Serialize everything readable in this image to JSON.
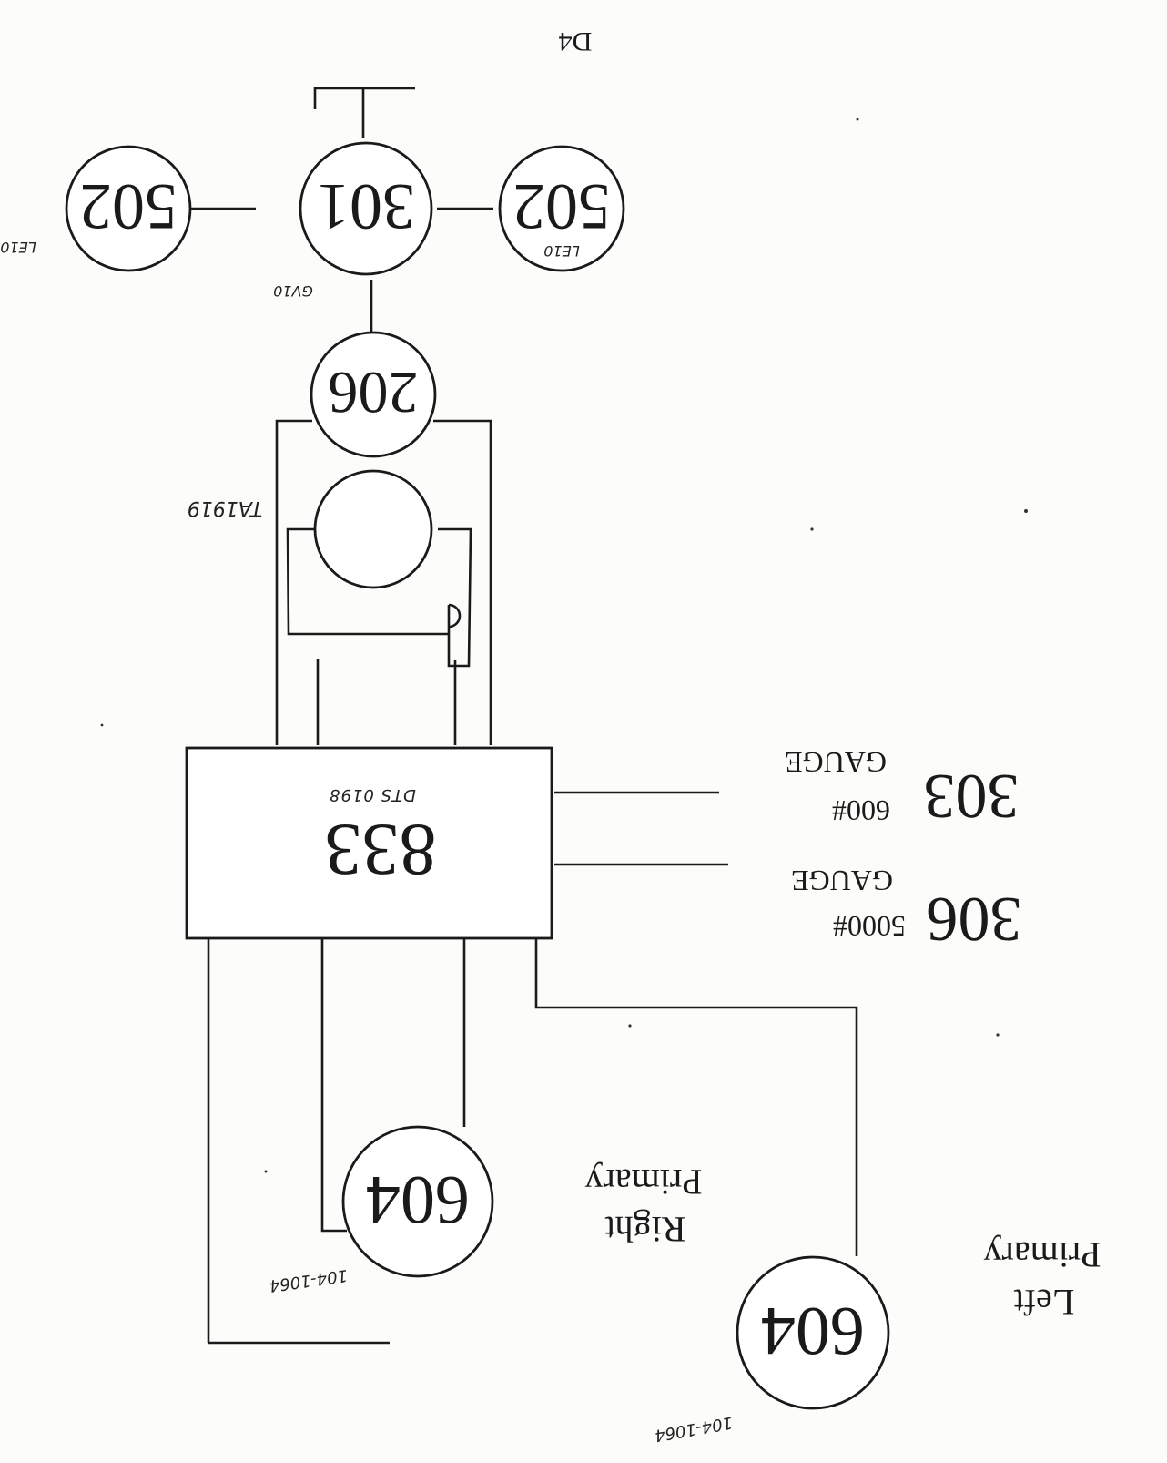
{
  "page_label": "D4",
  "components": {
    "valve_left_top": {
      "number": "502",
      "tag": "LE10"
    },
    "valve_center_top": {
      "number": "301",
      "tag": "GV10"
    },
    "valve_right_top": {
      "number": "502",
      "tag": "LE10"
    },
    "regulator": {
      "number": "206"
    },
    "blank_circle": {
      "number": "",
      "tag": "TA1919"
    },
    "manifold": {
      "number": "833",
      "tag": "DTS 0198"
    },
    "gauge_upper": {
      "number": "303",
      "rating": "600#",
      "label": "GAUGE"
    },
    "gauge_lower": {
      "number": "306",
      "rating": "5000#",
      "label": "GAUGE"
    },
    "cylinder_right": {
      "number": "604",
      "tag": "104-1064",
      "caption_line1": "Right",
      "caption_line2": "Primary"
    },
    "cylinder_left": {
      "number": "604",
      "tag": "104-1064",
      "caption_line1": "Left",
      "caption_line2": "Primary"
    }
  },
  "colors": {
    "ink": "#1a1a1a",
    "paper": "#fcfcfa"
  }
}
